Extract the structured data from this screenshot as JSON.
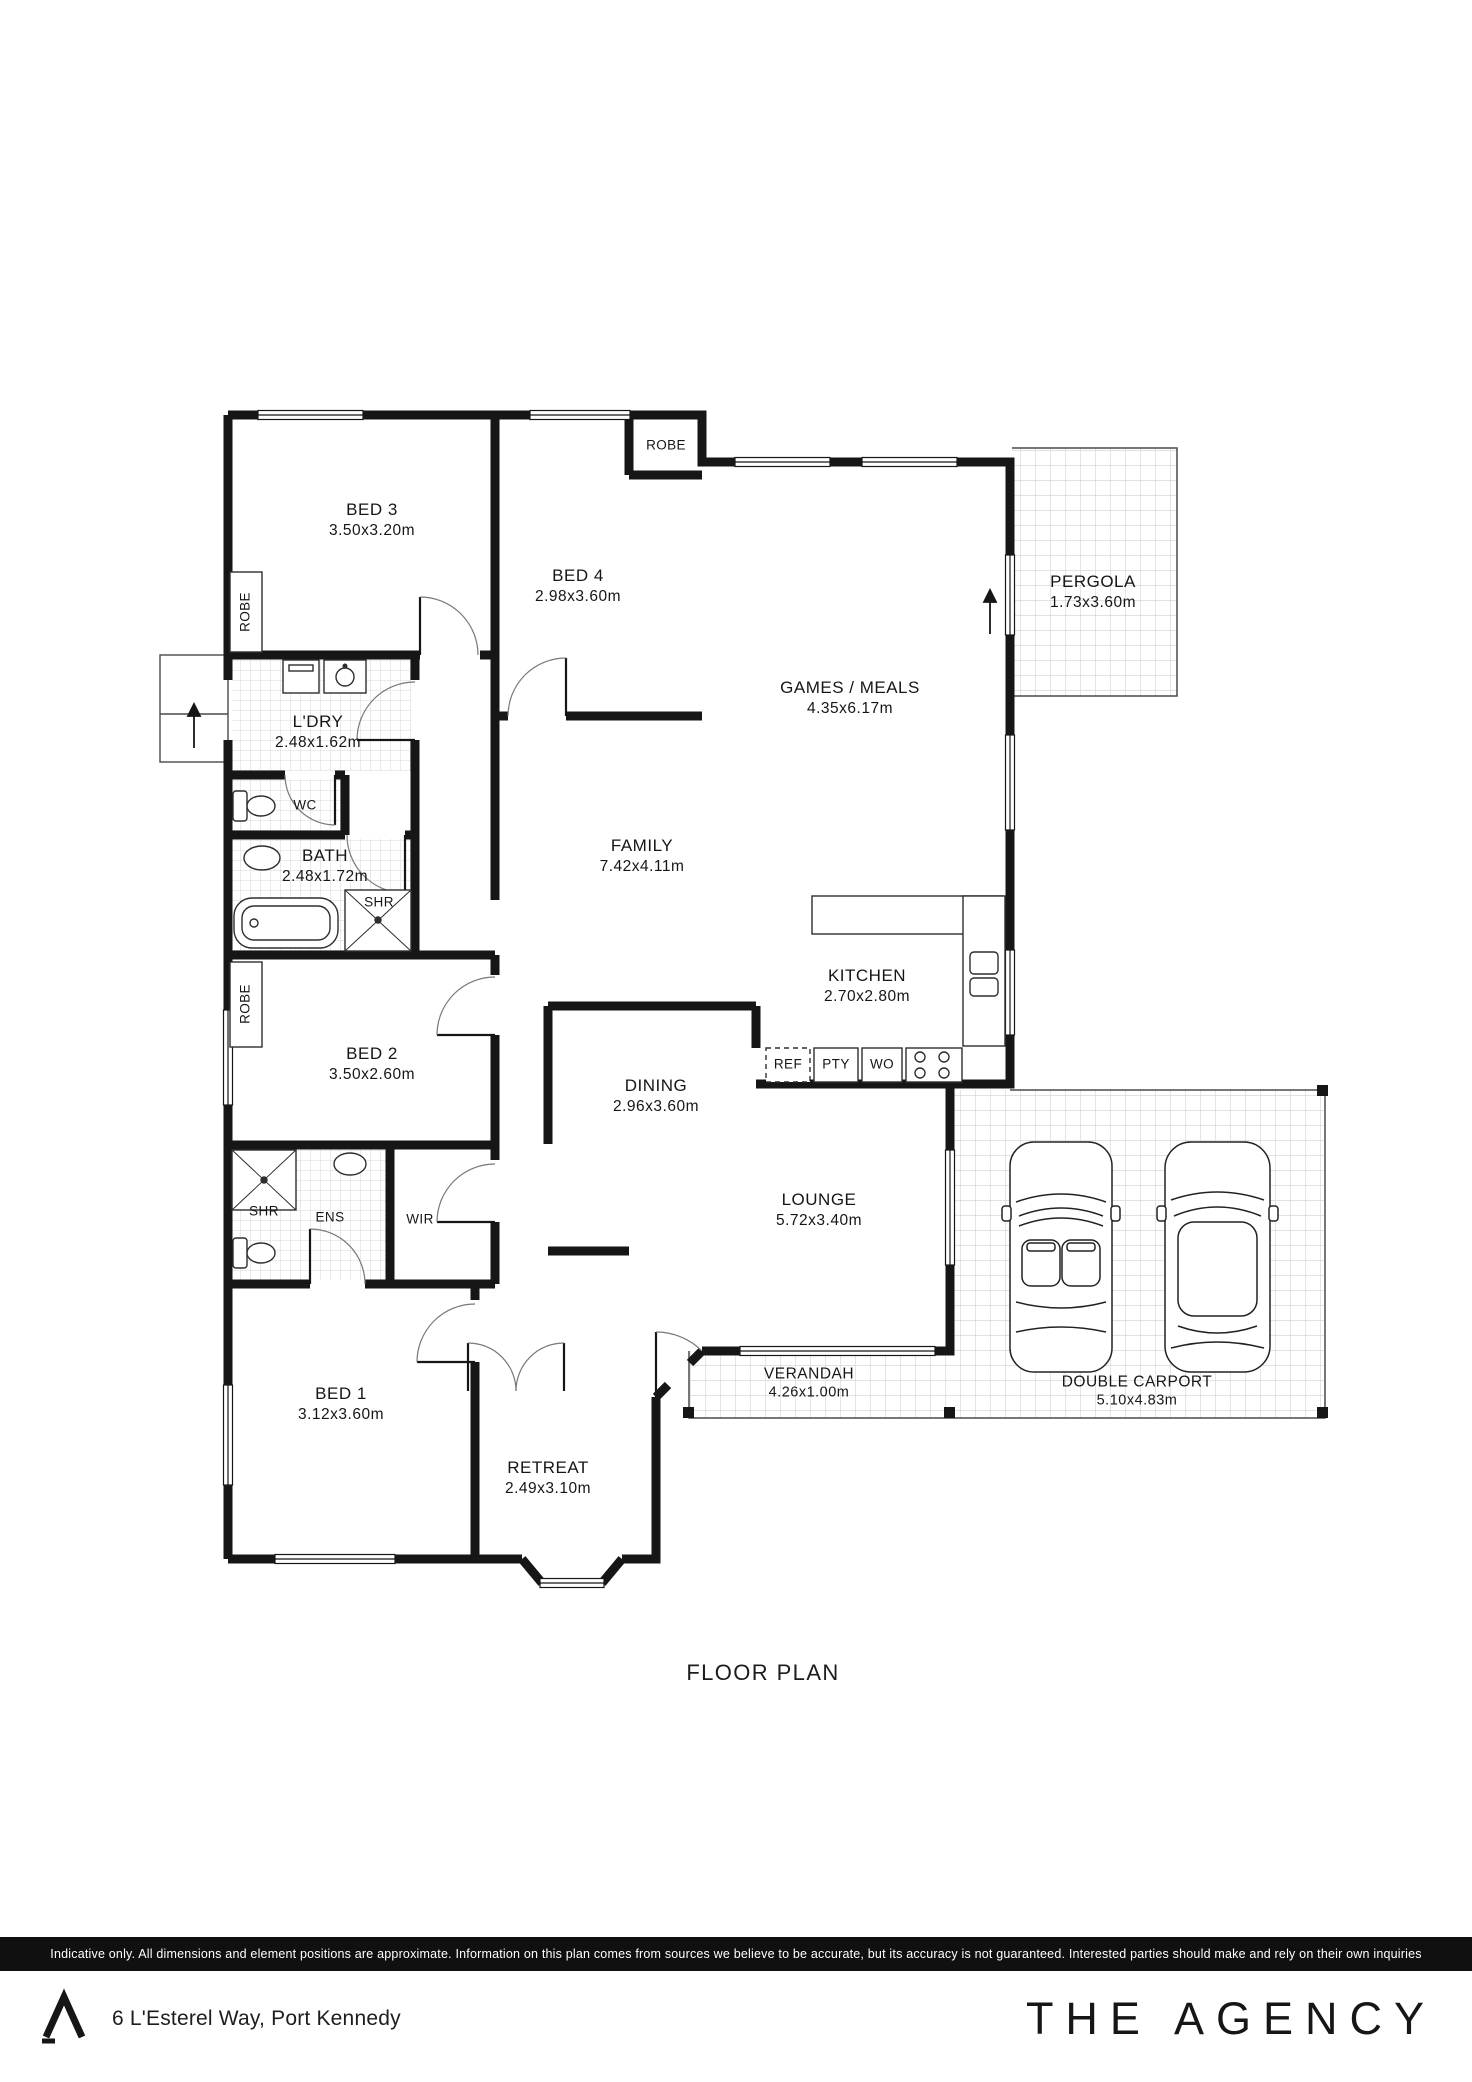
{
  "plan": {
    "title": "FLOOR PLAN",
    "rooms": [
      {
        "name": "BED 3",
        "dims": "3.50x3.20m"
      },
      {
        "name": "BED 4",
        "dims": "2.98x3.60m"
      },
      {
        "name": "PERGOLA",
        "dims": "1.73x3.60m"
      },
      {
        "name": "GAMES / MEALS",
        "dims": "4.35x6.17m"
      },
      {
        "name": "L'DRY",
        "dims": "2.48x1.62m"
      },
      {
        "name": "FAMILY",
        "dims": "7.42x4.11m"
      },
      {
        "name": "BATH",
        "dims": "2.48x1.72m"
      },
      {
        "name": "KITCHEN",
        "dims": "2.70x2.80m"
      },
      {
        "name": "BED 2",
        "dims": "3.50x2.60m"
      },
      {
        "name": "DINING",
        "dims": "2.96x3.60m"
      },
      {
        "name": "LOUNGE",
        "dims": "5.72x3.40m"
      },
      {
        "name": "BED 1",
        "dims": "3.12x3.60m"
      },
      {
        "name": "RETREAT",
        "dims": "2.49x3.10m"
      },
      {
        "name": "VERANDAH",
        "dims": "4.26x1.00m"
      },
      {
        "name": "DOUBLE CARPORT",
        "dims": "5.10x4.83m"
      }
    ],
    "small_labels": {
      "robe_bed3": "ROBE",
      "robe_bed4": "ROBE",
      "robe_bed2": "ROBE",
      "wc": "WC",
      "shr_bath": "SHR",
      "shr_ens": "SHR",
      "ens": "ENS",
      "wir": "WIR",
      "ref": "REF",
      "pty": "PTY",
      "wo": "WO"
    }
  },
  "footer": {
    "disclaimer": "Indicative only. All dimensions and element positions are approximate. Information on this plan comes from sources we believe to be accurate, but its accuracy is not guaranteed. Interested parties should make and rely on their own inquiries",
    "address": "6 L'Esterel Way, Port Kennedy",
    "brand": "THE AGENCY"
  },
  "colors": {
    "wall": "#161616",
    "disclaimer_bar": "#101010"
  }
}
